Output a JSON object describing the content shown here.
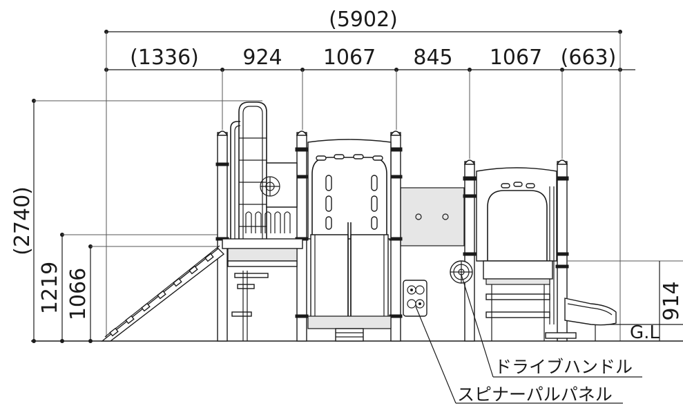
{
  "dimensions": {
    "overall_width": "(5902)",
    "segments": [
      "(1336)",
      "924",
      "1067",
      "845",
      "1067",
      "(663)"
    ],
    "overall_height": "(2740)",
    "height_1219": "1219",
    "height_1066": "1066",
    "height_914": "914"
  },
  "ground_label": "G.L",
  "callouts": {
    "drive_handle": "ドライブハンドル",
    "spinner_panel": "スピナーパルパネル"
  }
}
